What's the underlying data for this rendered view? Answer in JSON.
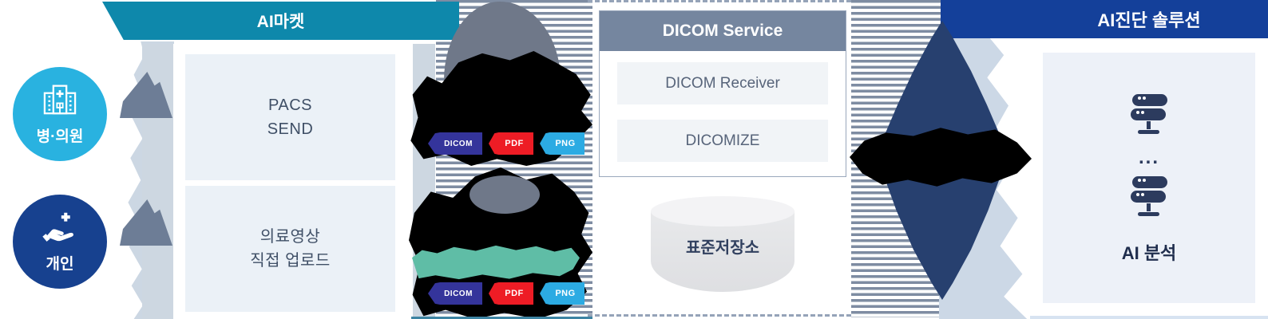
{
  "sources": {
    "hospital": {
      "label": "병·의원"
    },
    "personal": {
      "label": "개인"
    }
  },
  "ai_market": {
    "title": "AI마켓",
    "boxes": [
      {
        "lines": [
          "PACS",
          "SEND"
        ]
      },
      {
        "lines": [
          "의료영상",
          "직접 업로드"
        ]
      }
    ]
  },
  "file_badges": [
    "DICOM",
    "PDF",
    "PNG"
  ],
  "dicom_service": {
    "title": "DICOM Service",
    "items": [
      "DICOM Receiver",
      "DICOMIZE"
    ]
  },
  "storage": {
    "label": "표준저장소"
  },
  "ai_solution": {
    "title": "AI진단 솔루션",
    "ellipsis": "...",
    "analysis_label": "AI 분석"
  },
  "colors": {
    "market_header_teal": "#0e88ab",
    "solution_header_navy": "#14409a",
    "hospital_circle_cyan": "#29b2e0",
    "personal_circle_navy": "#17418f",
    "stripe_slate": "#7e8ca2",
    "dicom_badge": "#34349b",
    "pdf_badge": "#ee1c25",
    "png_badge": "#2cabe3",
    "teal_band": "#5fbda6",
    "diamond_navy": "#27406f",
    "service_header_slate": "#75869f"
  }
}
